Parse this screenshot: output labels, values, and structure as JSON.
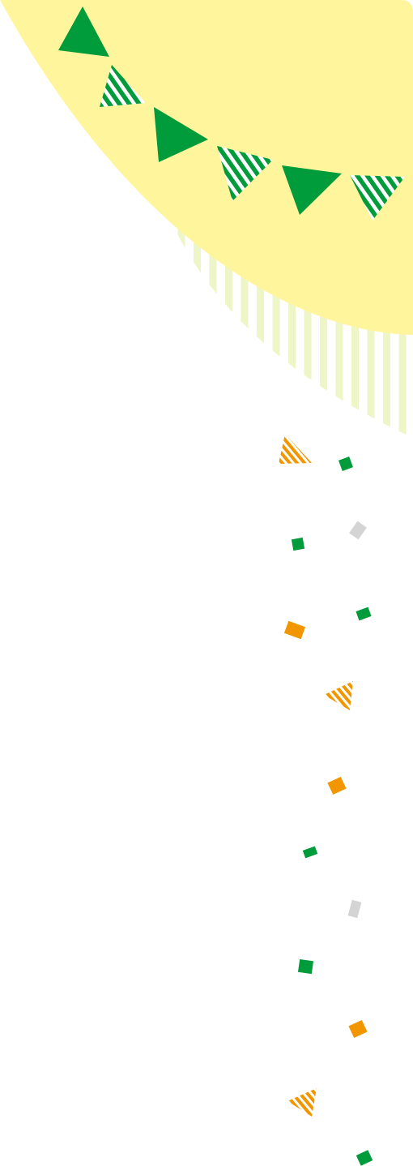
{
  "colors": {
    "background": "#ffffff",
    "yellow_shape": "#fff59d",
    "stripe_shadow": "#eef6c8",
    "flag_green": "#009b3a",
    "flag_stripe_light": "#ffffff",
    "confetti_orange": "#f29600",
    "confetti_green": "#009b3a",
    "confetti_gray": "#d4d4d4"
  },
  "decoration": {
    "bunting_flags": [
      "solid-green",
      "striped-green",
      "solid-green",
      "striped-green",
      "solid-green",
      "striped-green"
    ],
    "confetti_pieces": [
      "striped-orange-triangle",
      "green-square",
      "gray-square",
      "green-square",
      "orange-square",
      "green-square",
      "striped-orange-triangle",
      "orange-square",
      "green-square",
      "gray-square",
      "green-square",
      "orange-square",
      "striped-orange-triangle",
      "green-square"
    ]
  }
}
